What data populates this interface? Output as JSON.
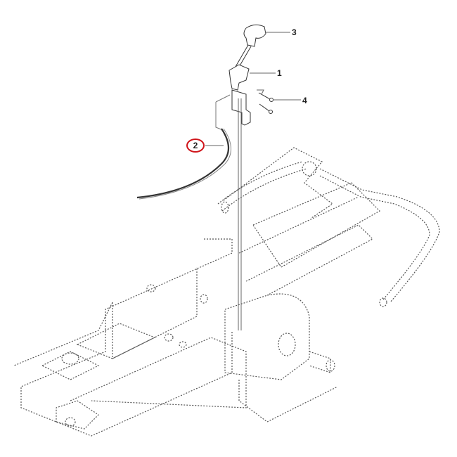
{
  "diagram": {
    "type": "exploded parts view",
    "subject": "lift lever / cable assembly on ride-on mower frame",
    "callouts": [
      {
        "label": "1",
        "part": "lever bracket"
      },
      {
        "label": "2",
        "part": "cable",
        "highlighted": true
      },
      {
        "label": "3",
        "part": "knob"
      },
      {
        "label": "4",
        "part": "screws"
      }
    ],
    "highlight_color": "#d0161c"
  }
}
